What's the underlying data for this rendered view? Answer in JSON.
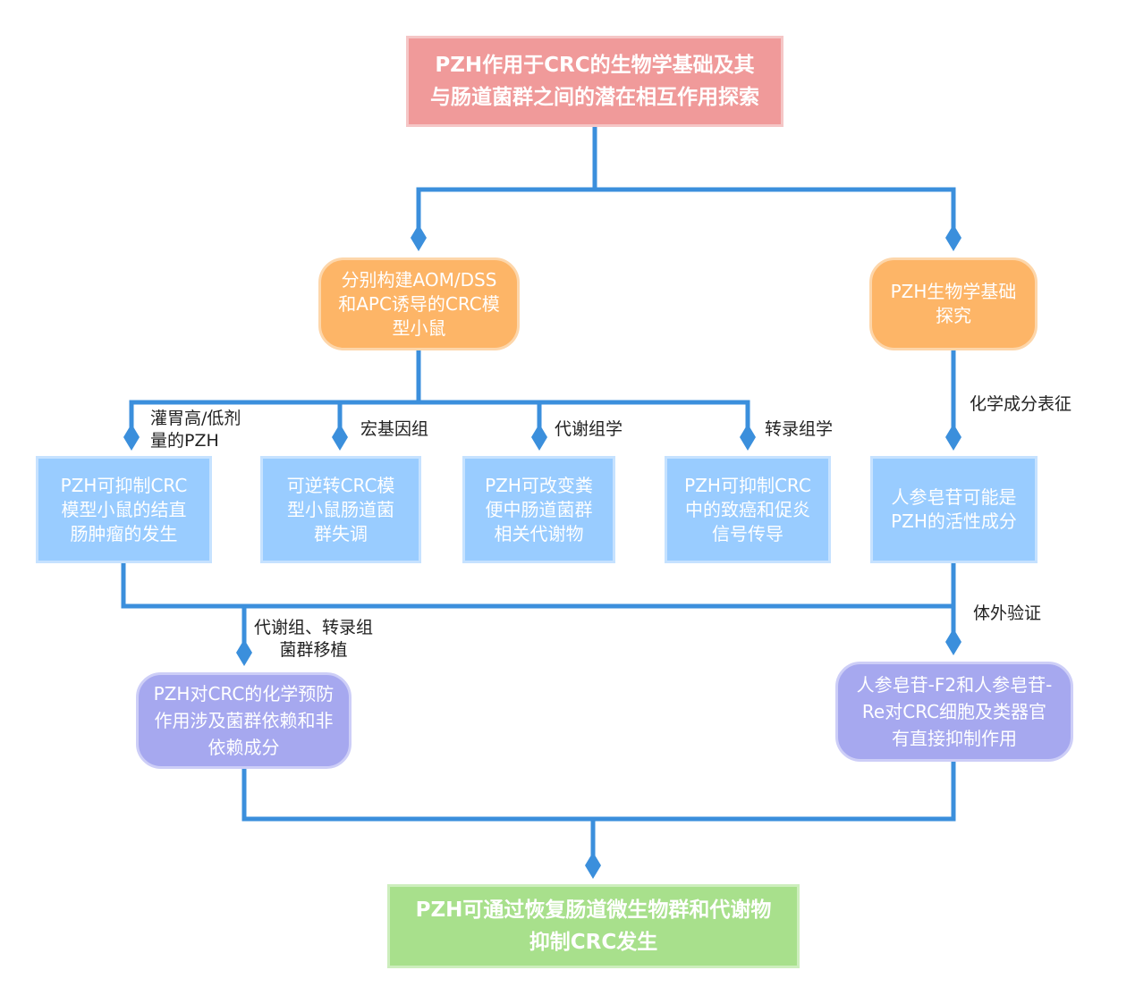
{
  "colors": {
    "connector": "#3b8fdc",
    "title": "#f09a9a",
    "step": "#fdb567",
    "finding": "#99ccff",
    "mechanism": "#a6a8ef",
    "conclusion": "#a8e08c"
  },
  "title": "PZH作用于CRC的生物学基础及其\n与肠道菌群之间的潜在相互作用探索",
  "models": "分别构建AOM/DSS\n和APC诱导的CRC模\n型小鼠",
  "basis": "PZH生物学基础\n探究",
  "labels": {
    "gavage": "灌胃高/低剂\n量的PZH",
    "metagenome": "宏基因组",
    "metabolomics": "代谢组学",
    "transcriptomics": "转录组学",
    "chemical": "化学成分表征",
    "invitro": "体外验证",
    "transplant": "代谢组、转录组\n菌群移植"
  },
  "findings": {
    "tumor": "PZH可抑制CRC\n模型小鼠的结直\n肠肿瘤的发生",
    "dysbiosis": "可逆转CRC模\n型小鼠肠道菌\n群失调",
    "metabolites": "PZH可改变粪\n便中肠道菌群\n相关代谢物",
    "signaling": "PZH可抑制CRC\n中的致癌和促炎\n信号传导",
    "ginsenoside": "人参皂苷可能是\nPZH的活性成分"
  },
  "mechanisms": {
    "prevention": "PZH对CRC的化学预防\n作用涉及菌群依赖和非\n依赖成分",
    "inhibition": "人参皂苷-F2和人参皂苷-\nRe对CRC细胞及类器官\n有直接抑制作用"
  },
  "conclusion": "PZH可通过恢复肠道微生物群和代谢物\n抑制CRC发生"
}
